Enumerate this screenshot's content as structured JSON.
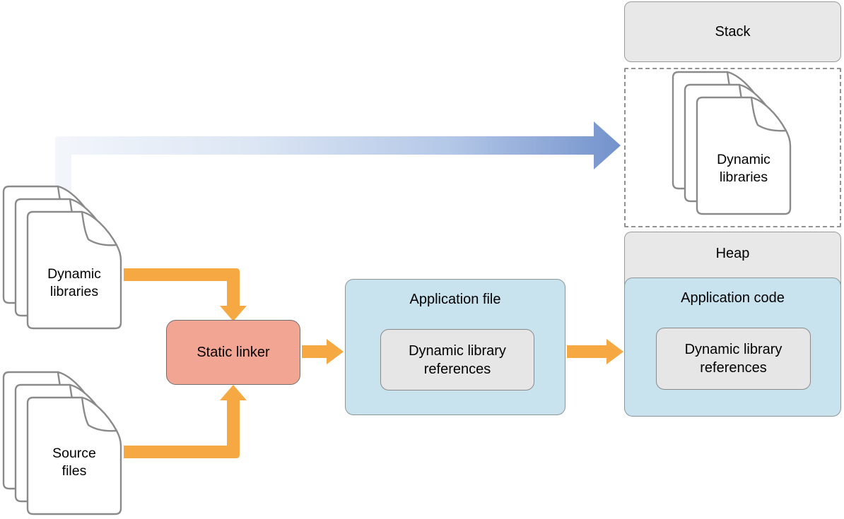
{
  "nodes": {
    "stack": {
      "label": "Stack"
    },
    "memory_dynamic_libraries": {
      "label": "Dynamic libraries"
    },
    "heap": {
      "label": "Heap"
    },
    "application_code": {
      "title": "Application code",
      "child": "Dynamic library references"
    },
    "application_file": {
      "title": "Application file",
      "child": "Dynamic library references"
    },
    "static_linker": {
      "label": "Static linker"
    },
    "dynamic_libraries": {
      "label": "Dynamic libraries"
    },
    "source_files": {
      "label": "Source files"
    }
  },
  "edges": [
    {
      "from": "dynamic-libraries",
      "to": "static-linker",
      "style": "orange"
    },
    {
      "from": "source-files",
      "to": "static-linker",
      "style": "orange"
    },
    {
      "from": "static-linker",
      "to": "application-file",
      "style": "orange"
    },
    {
      "from": "application-file",
      "to": "application-code",
      "style": "orange"
    },
    {
      "from": "dynamic-libraries",
      "to": "memory-dynamic-libraries",
      "style": "blue-gradient"
    }
  ],
  "colors": {
    "orange_arrow": "#F6A842",
    "blue_arrow_start": "#F3F6FB",
    "blue_arrow_end": "#7392CC",
    "linker_fill": "#F2A593",
    "blue_box_fill": "#C8E3EE",
    "gray_box_fill": "#E8E8E8",
    "inner_box_fill": "#E6E6E6",
    "page_outline": "#8A8A8A",
    "background": "#FFFFFF"
  }
}
